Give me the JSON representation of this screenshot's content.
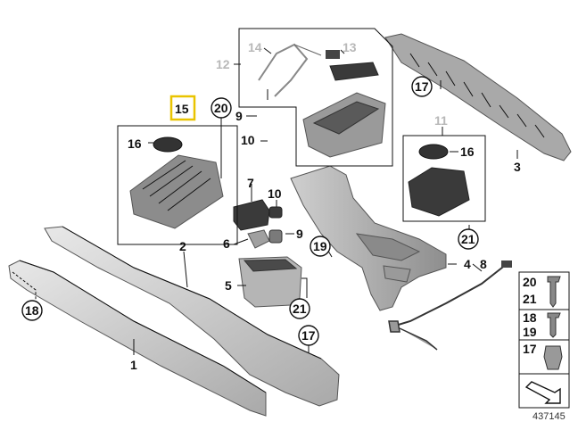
{
  "diagram_id": "437145",
  "highlight_color": "#e9c400",
  "labels": {
    "p1": "1",
    "p2": "2",
    "p3": "3",
    "p4": "4",
    "p5": "5",
    "p6": "6",
    "p7": "7",
    "p8": "8",
    "p9a": "9",
    "p9b": "9",
    "p10a": "10",
    "p10b": "10",
    "p11": "11",
    "p12": "12",
    "p13": "13",
    "p14": "14",
    "p15": "15",
    "p16a": "16",
    "p16b": "16",
    "p17a": "17",
    "p17b": "17",
    "p18": "18",
    "p19": "19",
    "p20": "20",
    "p21a": "21",
    "p21b": "21"
  },
  "legend": {
    "row1_top": "20",
    "row1_bottom": "21",
    "row2_top": "18",
    "row2_bottom": "19",
    "row3": "17"
  }
}
